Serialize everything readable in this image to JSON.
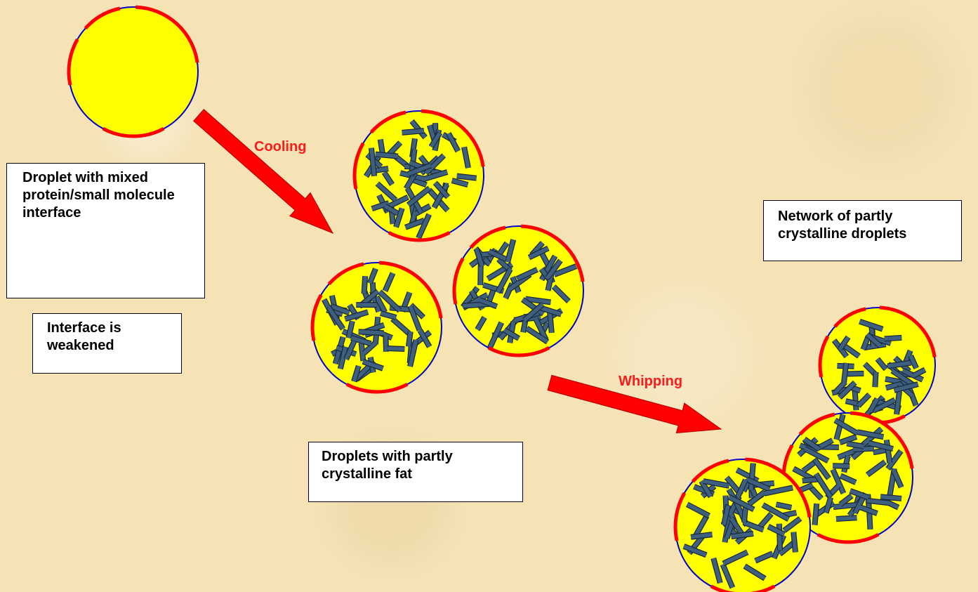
{
  "labels": {
    "cooling": "Cooling",
    "whipping": "Whipping"
  },
  "boxes": {
    "droplet_mixed": "Droplet with mixed protein/small molecule interface",
    "interface_weakened": "Interface is weakened",
    "droplets_partly_crystalline": "Droplets with partly crystalline fat",
    "network": "Network of partly crystalline droplets"
  },
  "colors": {
    "droplet_fill": "#ffff00",
    "protein_interface": "#ff0000",
    "small_molecule_interface": "#0000cc",
    "fat_crystal": "#3f5f7f",
    "arrow": "#ff0000",
    "background": "#f5e3b6"
  }
}
